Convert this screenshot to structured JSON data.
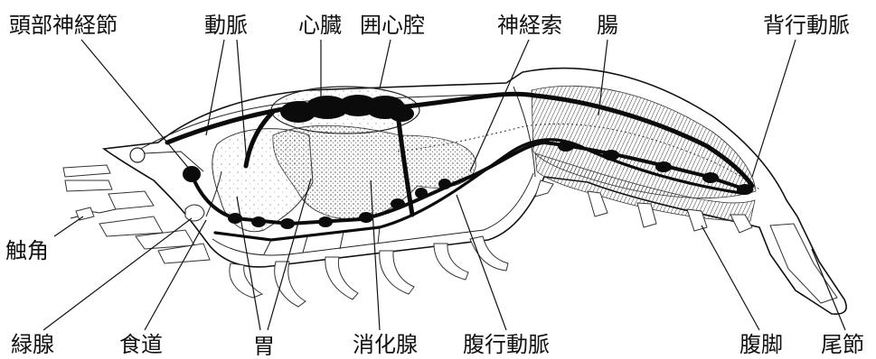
{
  "labels": {
    "head_ganglion": "頭部神経節",
    "artery": "動脈",
    "heart": "心臓",
    "pericardial_cavity": "囲心腔",
    "nerve_cord": "神経索",
    "intestine": "腸",
    "dorsal_artery": "背行動脈",
    "antenna": "触角",
    "green_gland": "緑腺",
    "esophagus": "食道",
    "stomach": "胃",
    "digestive_gland": "消化腺",
    "ventral_artery": "腹行動脈",
    "swimmeret": "腹脚",
    "telson": "尾節"
  }
}
